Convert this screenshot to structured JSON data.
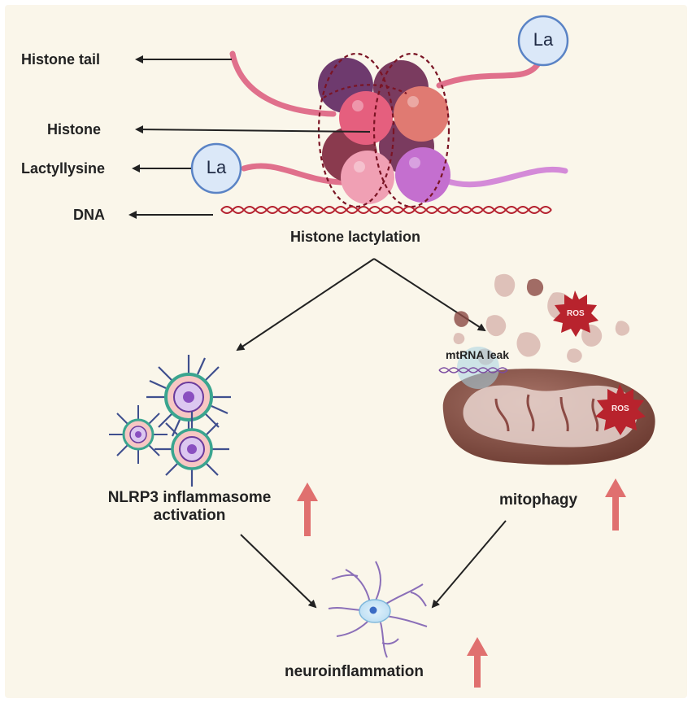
{
  "labels": {
    "histone_tail": "Histone tail",
    "histone": "Histone",
    "lactyllysine": "Lactyllysine",
    "dna": "DNA",
    "histone_lactylation": "Histone lactylation",
    "nlrp3_line1": "NLRP3 inflammasome",
    "nlrp3_line2": "activation",
    "mitophagy": "mitophagy",
    "neuroinflammation": "neuroinflammation",
    "mtrna_leak": "mtRNA leak",
    "la_top": "La",
    "la_left": "La",
    "ros_top": "ROS",
    "ros_right": "ROS"
  },
  "colors": {
    "background": "#faf6ea",
    "increase_arrow": "#e0706f",
    "la_circle_fill": "#dbe8f8",
    "la_circle_stroke": "#5a83c5"
  }
}
